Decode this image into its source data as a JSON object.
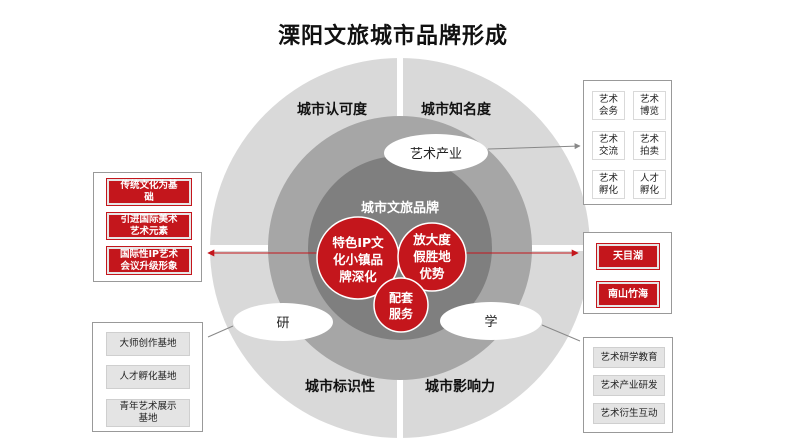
{
  "title": "溧阳文旅城市品牌形成",
  "quadrants": {
    "top_left": "城市认可度",
    "top_right": "城市知名度",
    "bottom_left": "城市标识性",
    "bottom_right": "城市影响力"
  },
  "ovals": {
    "art_industry": "艺术产业",
    "research": "研",
    "study": "学"
  },
  "core": {
    "label": "城市文旅品牌",
    "left": [
      "特色IP文",
      "化小镇品",
      "牌深化"
    ],
    "right": [
      "放大度",
      "假胜地",
      "优势"
    ],
    "bottom": [
      "配套",
      "服务"
    ]
  },
  "left_top_box": {
    "items": [
      [
        "传统文化为基",
        "础"
      ],
      [
        "引进国际美术",
        "艺术元素"
      ],
      [
        "国际性IP艺术",
        "会议升级形象"
      ]
    ]
  },
  "left_bottom_box": {
    "items": [
      [
        "大师创作基地"
      ],
      [
        "人才孵化基地"
      ],
      [
        "青年艺术展示",
        "基地"
      ]
    ]
  },
  "right_top_box": {
    "items": [
      [
        "艺术",
        "会务"
      ],
      [
        "艺术",
        "博览"
      ],
      [
        "艺术",
        "交流"
      ],
      [
        "艺术",
        "拍卖"
      ],
      [
        "艺术",
        "孵化"
      ],
      [
        "人才",
        "孵化"
      ]
    ]
  },
  "right_mid_box": {
    "items": [
      [
        "天目湖"
      ],
      [
        "南山竹海"
      ]
    ]
  },
  "right_bottom_box": {
    "items": [
      [
        "艺术研学教育"
      ],
      [
        "艺术产业研发"
      ],
      [
        "艺术衍生互动"
      ]
    ]
  },
  "colors": {
    "red": "#c4161c",
    "outer_ring": "#d9d9d9",
    "middle_ring": "#a6a6a6",
    "inner_ring": "#7f7f7f",
    "arrow": "#c4161c"
  }
}
